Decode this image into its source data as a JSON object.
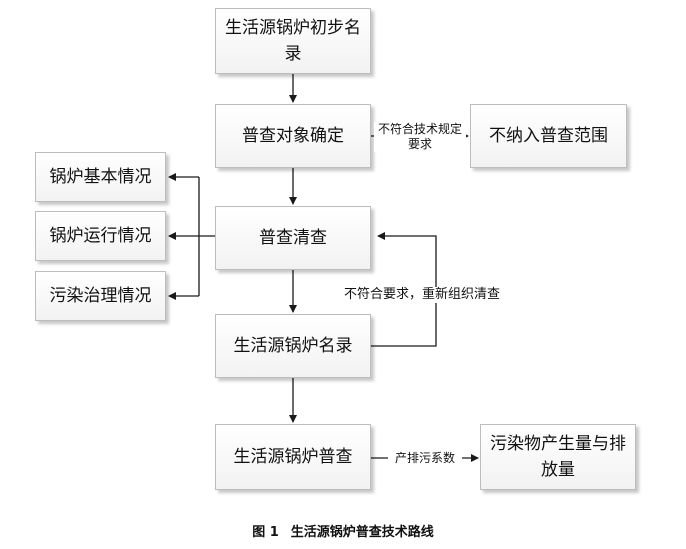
{
  "nodes": {
    "preliminary_list": "生活源锅炉初步名录",
    "survey_target": "普查对象确定",
    "exclude": "不纳入普查范围",
    "survey_clean": "普查清查",
    "boiler_list": "生活源锅炉名录",
    "boiler_survey": "生活源锅炉普查",
    "pollutant_output": "污染物产生量与排放量",
    "basic_info": "锅炉基本情况",
    "operation_info": "锅炉运行情况",
    "pollution_control": "污染治理情况"
  },
  "edge_labels": {
    "nonconform_spec": "不符合技术规定要求",
    "nonconform_reorganize": "不符合要求，重新组织清查",
    "emission_factor": "产排污系数"
  },
  "caption": {
    "figure": "图 1",
    "title": "生活源锅炉普查技术路线"
  }
}
